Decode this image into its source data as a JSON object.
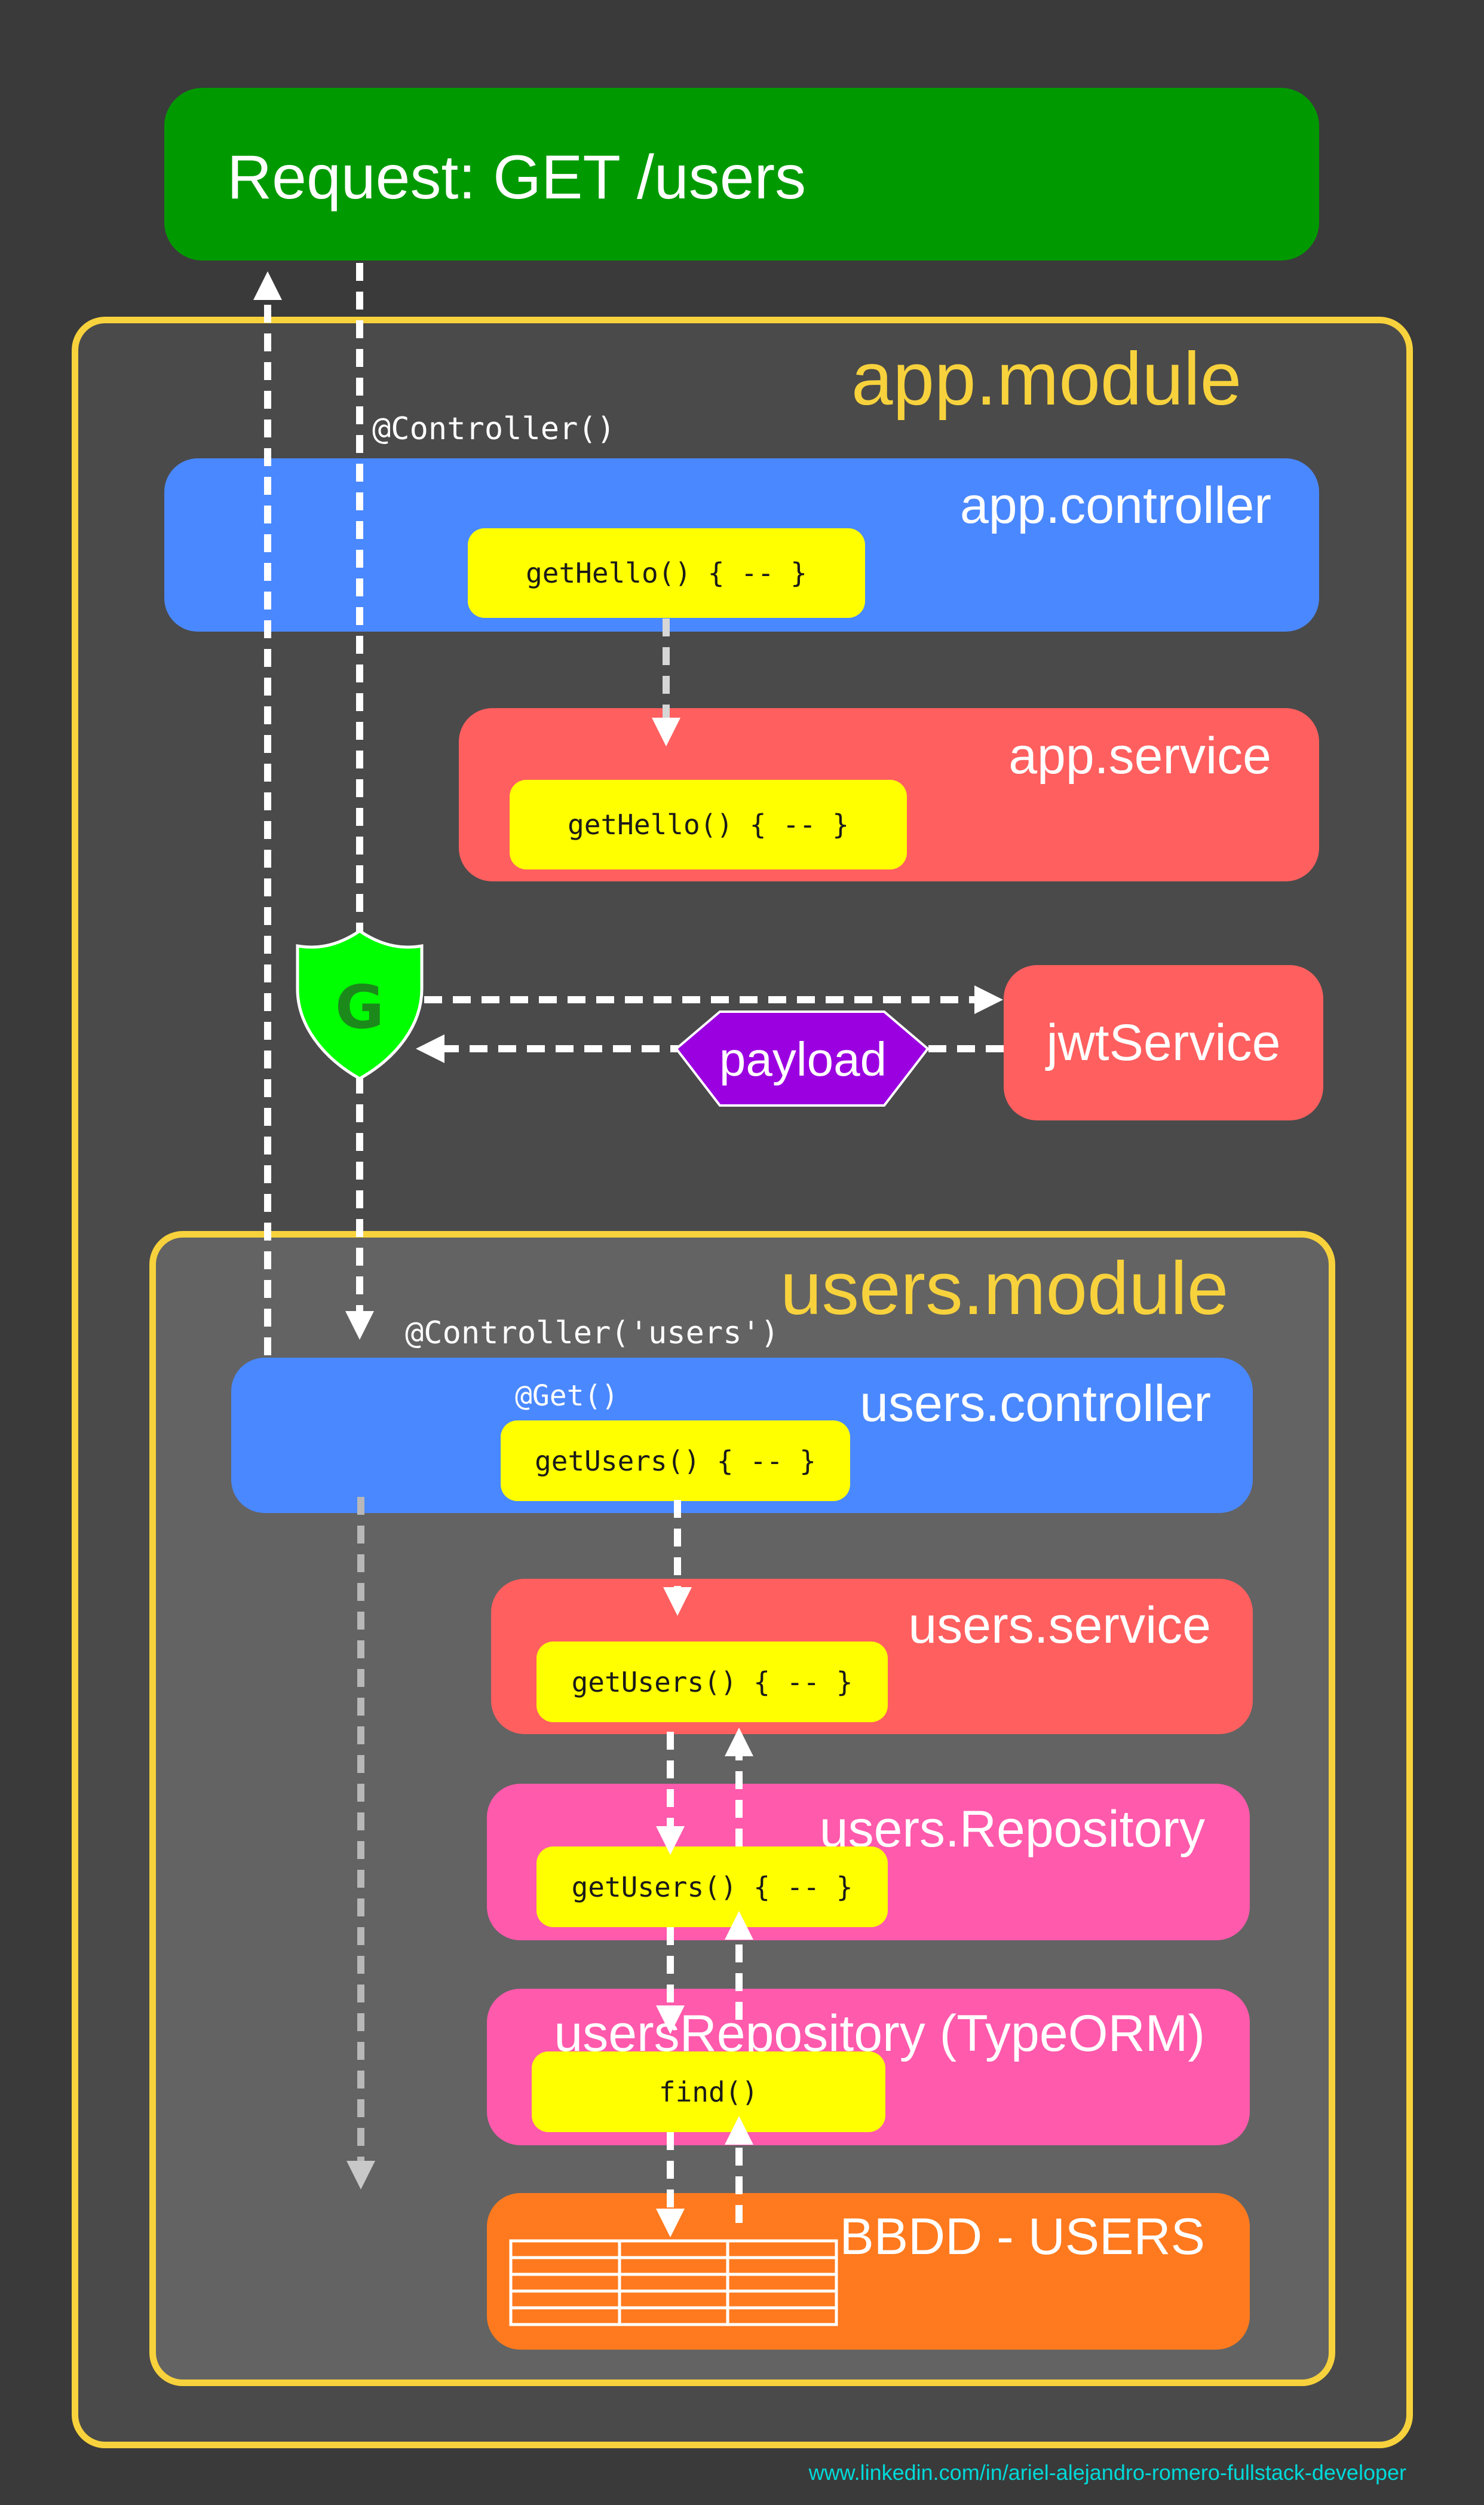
{
  "request": {
    "label": "Request: GET /users"
  },
  "app_module": {
    "title": "app.module",
    "controller_decorator": "@Controller()",
    "app_controller": {
      "title": "app.controller",
      "method": "getHello() { -- }"
    },
    "app_service": {
      "title": "app.service",
      "method": "getHello() { -- }"
    },
    "guard": {
      "letter": "G"
    },
    "jwt_service": {
      "title": "jwtService"
    },
    "payload": {
      "label": "payload"
    }
  },
  "users_module": {
    "title": "users.module",
    "controller_decorator": "@Controller('users')",
    "users_controller": {
      "title": "users.controller",
      "decorator": "@Get()",
      "method": "getUsers() { -- }"
    },
    "users_service": {
      "title": "users.service",
      "method": "getUsers() { -- }"
    },
    "users_repository": {
      "title": "users.Repository",
      "method": "getUsers() { -- }"
    },
    "typeorm_repository": {
      "title": "usersRepository (TypeORM)",
      "method": "find()"
    },
    "database": {
      "title": "BBDD - USERS"
    }
  },
  "footer": {
    "link": "www.linkedin.com/in/ariel-alejandro-romero-fullstack-developer"
  },
  "colors": {
    "background": "#3a3a3a",
    "request": "#009a00",
    "module_border": "#f7d23c",
    "controller": "#4a88ff",
    "service": "#ff5f5f",
    "repository": "#ff5aac",
    "database": "#ff7a1e",
    "method": "#ffff00",
    "guard": "#00ff00",
    "payload": "#9b00e0",
    "link": "#00d9d9"
  }
}
